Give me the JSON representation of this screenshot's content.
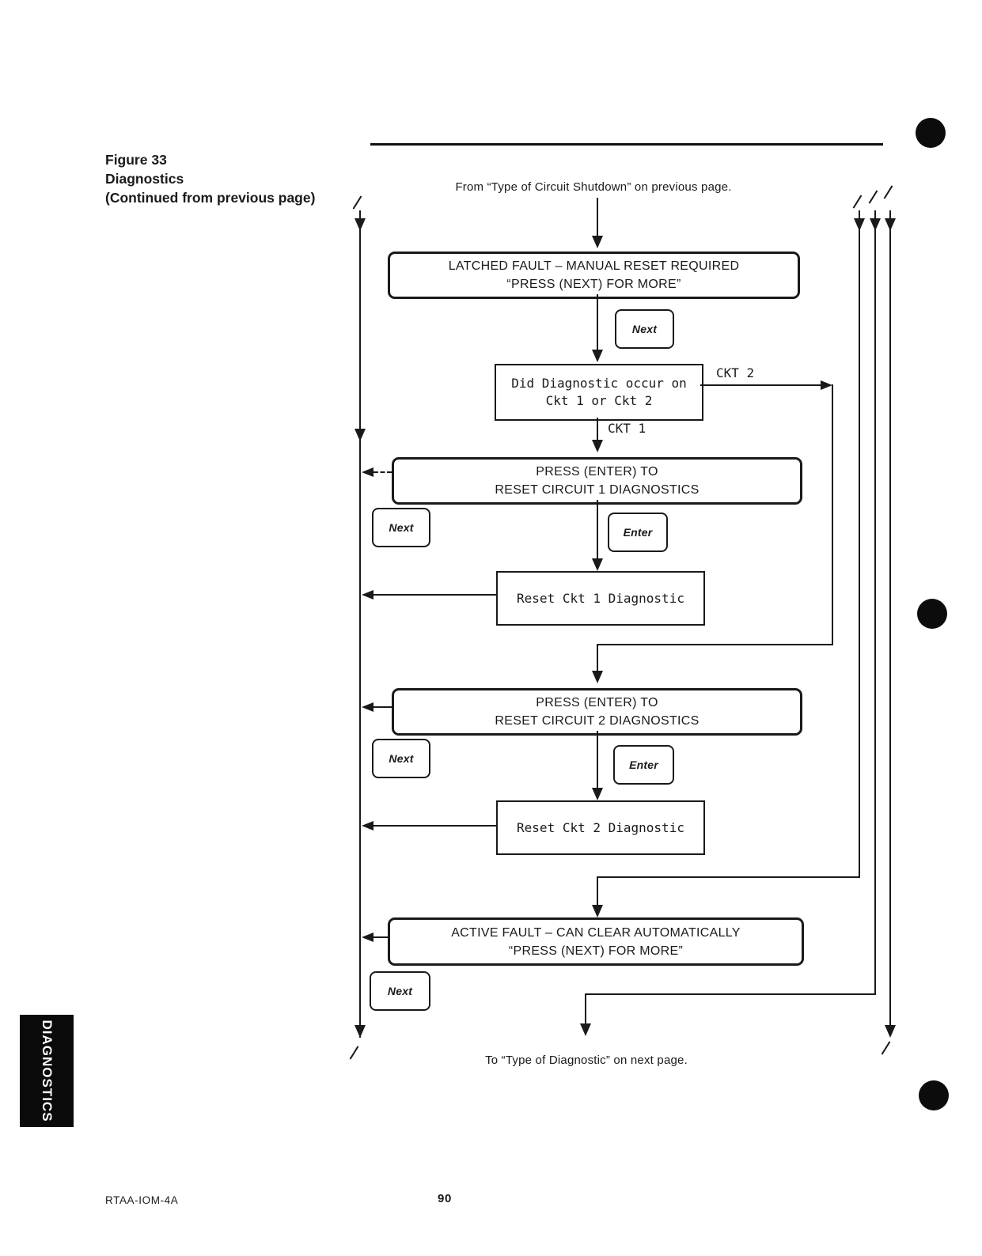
{
  "page": {
    "figure": {
      "line1": "Figure 33",
      "line2": "Diagnostics",
      "line3": "(Continued from previous page)"
    },
    "from_note": "From “Type of Circuit Shutdown” on previous page.",
    "to_note": "To “Type of Diagnostic” on next page.",
    "side_tab_label": "DIAGNOSTICS",
    "footer": {
      "doc_code": "RTAA-IOM-4A",
      "page_number": "90"
    }
  },
  "flowchart": {
    "labels": {
      "next": "Next",
      "enter": "Enter",
      "ckt1": "CKT 1",
      "ckt2": "CKT 2"
    },
    "latched_fault": {
      "line1": "LATCHED FAULT – MANUAL RESET REQUIRED",
      "line2": "“PRESS (NEXT) FOR MORE”"
    },
    "decision": {
      "line1": "Did Diagnostic occur on",
      "line2": "Ckt 1 or Ckt 2"
    },
    "press_enter_ckt1": {
      "line1": "PRESS (ENTER) TO",
      "line2": "RESET CIRCUIT 1 DIAGNOSTICS"
    },
    "reset_ckt1": {
      "label": "Reset Ckt 1 Diagnostic"
    },
    "press_enter_ckt2": {
      "line1": "PRESS (ENTER) TO",
      "line2": "RESET CIRCUIT 2 DIAGNOSTICS"
    },
    "reset_ckt2": {
      "label": "Reset Ckt 2 Diagnostic"
    },
    "active_fault": {
      "line1": "ACTIVE FAULT – CAN CLEAR AUTOMATICALLY",
      "line2": "“PRESS (NEXT) FOR MORE”"
    }
  }
}
